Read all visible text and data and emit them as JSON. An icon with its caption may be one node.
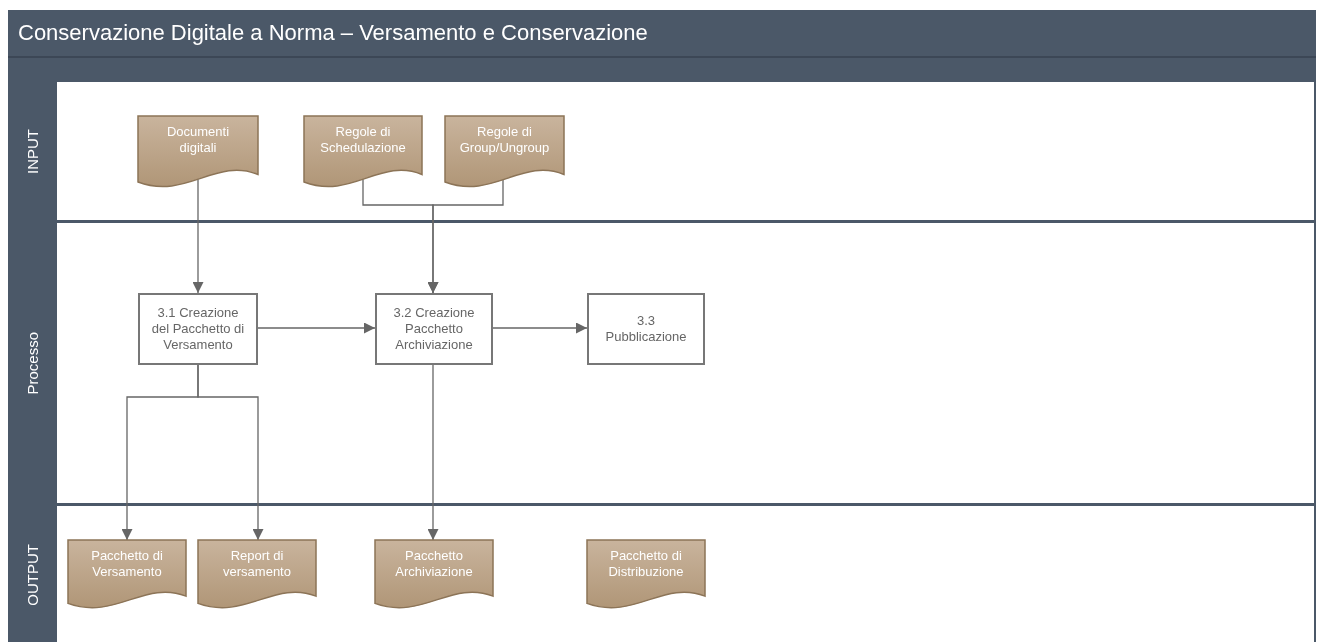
{
  "diagram": {
    "title": "Conservazione Digitale a Norma – Versamento e Conservazione",
    "nodes": [
      {
        "text": [
          "INPUT"
        ]
      },
      {
        "text": [
          "Documenti digitali"
        ],
        "in": 0
      },
      {
        "text": [
          "Regole di Schedulazione"
        ],
        "in": 0
      },
      {
        "text": [
          "Regole di Group/Ungroup"
        ],
        "in": 0
      },
      {
        "text": [
          "Processo"
        ]
      },
      {
        "text": [
          "3.1 Creazione del Pacchetto di Versamento"
        ],
        "in": 4
      },
      {
        "text": [
          "3.2 Creazione Pacchetto Archiviazione"
        ],
        "in": 4
      },
      {
        "text": [
          "3.3 Pubblicazione"
        ],
        "in": 4
      },
      {
        "text": [
          "OUTPUT"
        ]
      },
      {
        "text": [
          "Pacchetto di Versamento"
        ],
        "in": 8
      },
      {
        "text": [
          "Report di versamento"
        ],
        "in": 8
      },
      {
        "text": [
          "Pacchetto Archiviazione"
        ],
        "in": 8
      },
      {
        "text": [
          "Pacchetto di Distribuzione"
        ],
        "in": 8
      }
    ],
    "edges": [
      {
        "from": 1,
        "to": 5,
        "arrow": "to"
      },
      {
        "from": 2,
        "to": 6,
        "arrow": "to"
      },
      {
        "from": 3,
        "to": 6,
        "arrow": "to"
      },
      {
        "from": 5,
        "to": 6,
        "arrow": "to"
      },
      {
        "from": 6,
        "to": 7,
        "arrow": "to"
      },
      {
        "from": 5,
        "to": 9,
        "arrow": "to"
      },
      {
        "from": 5,
        "to": 10,
        "arrow": "to"
      },
      {
        "from": 6,
        "to": 11,
        "arrow": "to"
      }
    ]
  }
}
